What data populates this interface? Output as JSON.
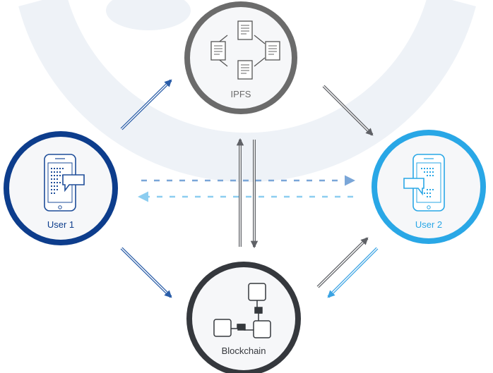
{
  "nodes": {
    "ipfs": {
      "label": "IPFS",
      "color": "#6b6b6b"
    },
    "user1": {
      "label": "User 1",
      "color": "#0d3d8c"
    },
    "user2": {
      "label": "User 2",
      "color": "#29a7e6"
    },
    "blockchain": {
      "label": "Blockchain",
      "color": "#35383d"
    }
  },
  "colors": {
    "background_art": "#eef2f7",
    "circle_fill": "#f6f7f9",
    "arrow_blue": "#2a5da8",
    "arrow_light_blue": "#3aa3e3",
    "arrow_gray": "#5f6166",
    "dashed_blue": "#7aa6d8",
    "dashed_light_blue": "#8ccdf0"
  },
  "icons": {
    "ipfs": "document-network-icon",
    "user1": "phone-message-icon",
    "user2": "phone-message-icon",
    "blockchain": "block-chain-icon"
  }
}
